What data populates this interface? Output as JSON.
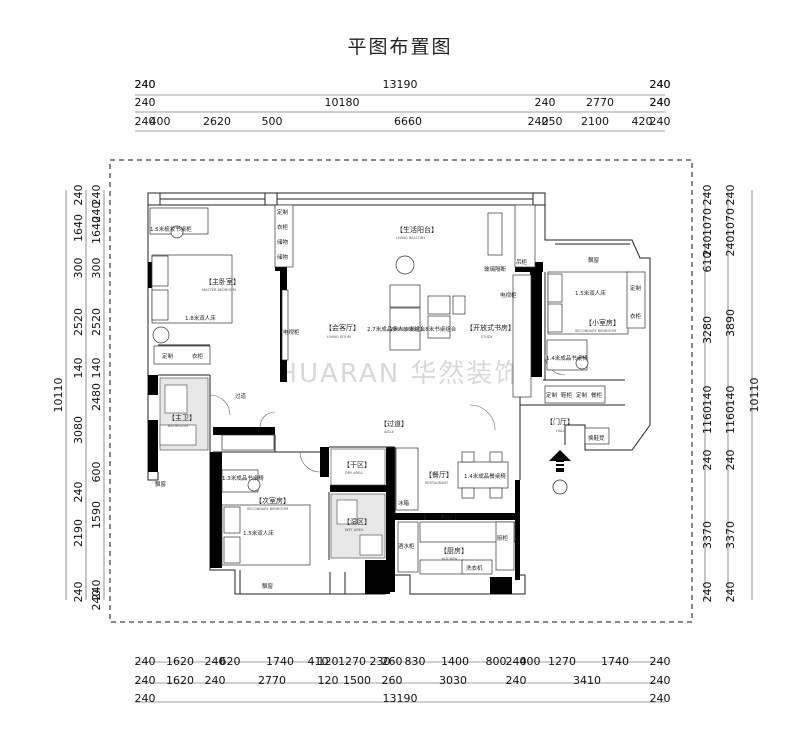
{
  "title": "平图布置图",
  "watermark": "HUARAN 华然装饰",
  "dims": {
    "top": [
      [
        "240",
        "240",
        "240",
        "240"
      ],
      [
        "13190"
      ],
      [
        "240",
        "240",
        "240",
        "240"
      ],
      [
        "10180",
        "2770"
      ],
      [
        "240",
        "400",
        "2620",
        "500",
        "6660",
        "240",
        "250",
        "2100",
        "420",
        "240"
      ]
    ],
    "bottom": [
      [
        "240",
        "1620",
        "240",
        "620",
        "1740",
        "410",
        "120",
        "1270",
        "230",
        "260",
        "830",
        "1400",
        "800",
        "240",
        "400",
        "1270",
        "1740",
        "240"
      ],
      [
        "240",
        "1620",
        "240",
        "2770",
        "120",
        "1500",
        "260",
        "3030",
        "240",
        "3410",
        "240"
      ],
      [
        "240",
        "13190",
        "240"
      ]
    ],
    "left": [
      [
        "240",
        "240",
        "1640",
        "300",
        "2520",
        "140",
        "2480",
        "600",
        "1590",
        "240",
        "240"
      ],
      [
        "240",
        "1640",
        "300",
        "2520",
        "140",
        "3080",
        "240",
        "2190",
        "240"
      ],
      [
        "10110"
      ]
    ],
    "right": [
      [
        "240",
        "1070",
        "240",
        "610",
        "3280",
        "140",
        "1160",
        "240",
        "3370",
        "240"
      ],
      [
        "240",
        "1070",
        "240",
        "3890",
        "140",
        "1160",
        "240",
        "3370",
        "240"
      ],
      [
        "10110"
      ]
    ]
  },
  "rooms": {
    "master_bedroom": {
      "name": "【主卧室】",
      "en": "MASTER BEDROOM"
    },
    "living_balcony": {
      "name": "【生活阳台】",
      "en": "LIVING BALCONY"
    },
    "living_room": {
      "name": "【会客厅】",
      "en": "LIVING ROOM"
    },
    "study": {
      "name": "【开放式书房】",
      "en": "STUDY"
    },
    "small_bedroom": {
      "name": "【小室房】",
      "en": "SECONDARY BEDROOM"
    },
    "aisle": {
      "name": "【过道】",
      "en": "AISLE"
    },
    "hall": {
      "name": "【门厅】",
      "en": "HALL"
    },
    "bath_master": {
      "name": "【主卫】",
      "en": "BATHROOM"
    },
    "dry_area": {
      "name": "【干区】",
      "en": "DRY AREA"
    },
    "wet_area": {
      "name": "【湿区】",
      "en": "WET AREA"
    },
    "second_bedroom": {
      "name": "【次室房】",
      "en": "SECONDARY BEDROOM"
    },
    "restaurant": {
      "name": "【餐厅】",
      "en": "RESTAURANT"
    },
    "kitchen": {
      "name": "【厨房】",
      "en": "KITCHEN"
    }
  },
  "furniture": {
    "master_bed": "1.8米双人床",
    "master_desk": "1.5米梳妆书桌柜",
    "master_tv": "电视柜",
    "master_wardrobe": [
      "定制",
      "衣柜"
    ],
    "balcony_cabinets": [
      "定制",
      "衣柜",
      "储物",
      "储物",
      "吊柜"
    ],
    "sofa": "2.7米成品多人沙发组合",
    "study_desk": "1.8米书桌组合",
    "tv_cabinet": "电视柜",
    "partition": "玻璃隔断",
    "bay_window": "飘窗",
    "small_bed": "1.5米双人床",
    "small_desk": "1.4米成品书桌椅",
    "small_wardrobe": [
      "定制",
      "衣柜"
    ],
    "hall_cabinets": [
      "定制",
      "鞋柜",
      "定制",
      "餐柜"
    ],
    "shoe_bench": "换鞋凳",
    "corridor": "过道",
    "second_bed": "1.5米双人床",
    "second_desk": "1.3米成品书桌椅",
    "dining_table": "1.4米成品餐桌椅",
    "fridge": "冰箱",
    "kitchen_cabinet": "厨柜",
    "wine_cabinet": "酒水柜",
    "washer": "洗衣机",
    "sliding_door": "推拉门"
  }
}
